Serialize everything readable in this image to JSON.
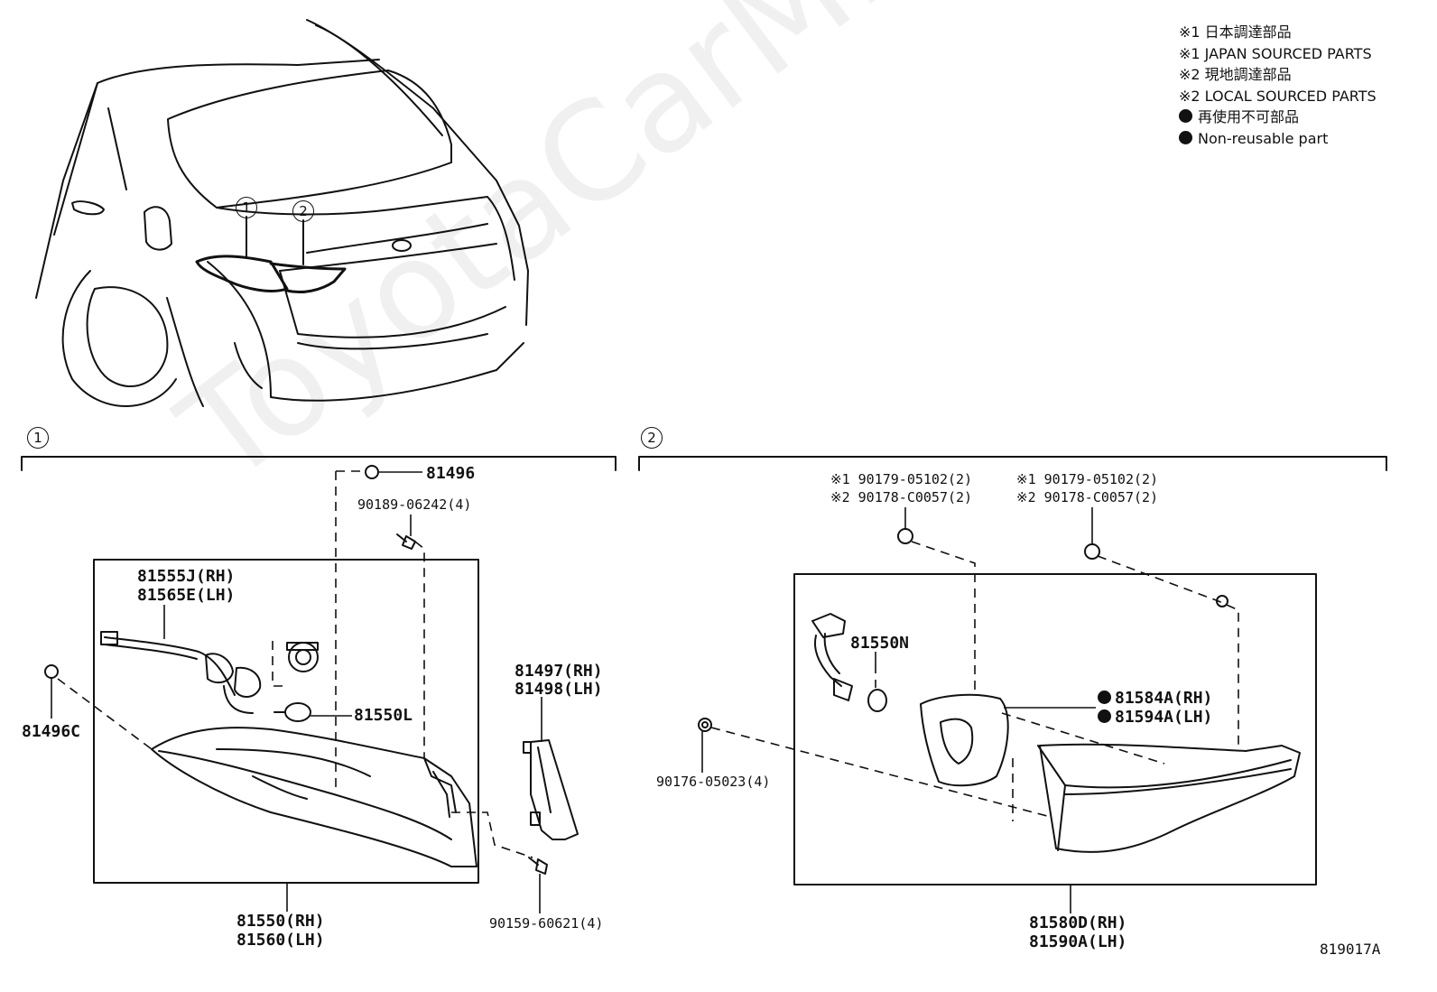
{
  "legend": [
    "※1 日本調達部品",
    "※1 JAPAN SOURCED PARTS",
    "※2 現地調達部品",
    "※2 LOCAL SOURCED PARTS",
    "再使用不可部品",
    "Non-reusable part"
  ],
  "watermark": "ToyotaCarMine.ru",
  "callouts": {
    "vehicle_1": "1",
    "vehicle_2": "2",
    "section_1": "1",
    "section_2": "2"
  },
  "section1": {
    "p81496": "81496",
    "p90189": "90189-06242(4)",
    "p81555_rh": "81555J(RH)",
    "p81565_lh": "81565E(LH)",
    "p81550L": "81550L",
    "p81496C": "81496C",
    "p81497_rh": "81497(RH)",
    "p81498_lh": "81498(LH)",
    "p81550_rh": "81550(RH)",
    "p81560_lh": "81560(LH)",
    "p90159": "90159-60621(4)"
  },
  "section2": {
    "left_note1": "※1 90179-05102(2)",
    "left_note2": "※2 90178-C0057(2)",
    "right_note1": "※1 90179-05102(2)",
    "right_note2": "※2 90178-C0057(2)",
    "p81550N": "81550N",
    "p81584A": "81584A(RH)",
    "p81594A": "81594A(LH)",
    "p90176": "90176-05023(4)",
    "p81580D": "81580D(RH)",
    "p81590A": "81590A(LH)"
  },
  "diagram_code": "819017A"
}
